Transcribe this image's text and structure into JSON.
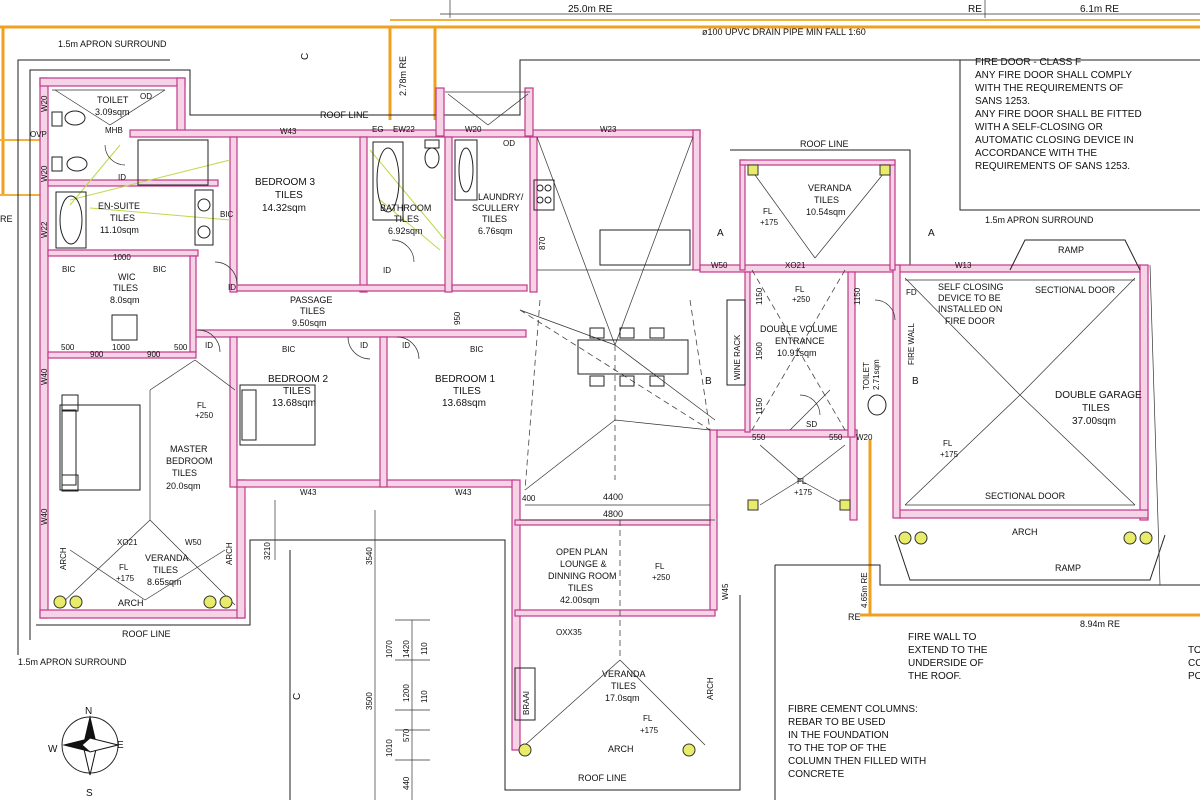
{
  "labels": {
    "dim_top_left": "25.0m RE",
    "dim_top_re": "RE",
    "dim_top_right": "6.1m RE",
    "drain_pipe": "ø100 UPVC DRAIN PIPE MIN FALL 1:60",
    "apron_top": "1.5m APRON SURROUND",
    "apron_right": "1.5m APRON SURROUND",
    "apron_bottom": "1.5m APRON SURROUND",
    "dim_278": "2.78m RE",
    "re_left": "RE",
    "roof_line_top": "ROOF LINE",
    "roof_line_veranda": "ROOF LINE",
    "roof_line_bl": "ROOF LINE",
    "roof_line_bottom": "ROOF LINE",
    "toilet_name": "TOILET",
    "toilet_area": "3.09sqm",
    "od1": "OD",
    "od2": "OD",
    "mhb": "MHB",
    "ovp": "OVP",
    "ensuite_name": "EN-SUITE",
    "ensuite_tiles": "TILES",
    "ensuite_area": "11.10sqm",
    "id": "ID",
    "bedroom3_name": "BEDROOM 3",
    "bedroom3_tiles": "TILES",
    "bedroom3_area": "14.32sqm",
    "bic": "BIC",
    "bathroom_name": "BATHROOM",
    "bathroom_tiles": "TILES",
    "bathroom_area": "6.92sqm",
    "laundry_name": "LAUNDRY/",
    "laundry_name2": "SCULLERY",
    "laundry_tiles": "TILES",
    "laundry_area": "6.76sqm",
    "dim_870": "870",
    "wic_name": "WIC",
    "wic_tiles": "TILES",
    "wic_area": "8.0sqm",
    "dim_1000a": "1000",
    "dim_1000b": "1000",
    "dim_500a": "500",
    "dim_500b": "500",
    "dim_900a": "900",
    "dim_900b": "900",
    "passage_name": "PASSAGE",
    "passage_tiles": "TILES",
    "passage_area": "9.50sqm",
    "dim_950": "950",
    "bedroom2_name": "BEDROOM 2",
    "bedroom2_tiles": "TILES",
    "bedroom2_area": "13.68sqm",
    "bedroom1_name": "BEDROOM 1",
    "bedroom1_tiles": "TILES",
    "bedroom1_area": "13.68sqm",
    "master_name": "MASTER",
    "master_name2": "BEDROOM",
    "master_tiles": "TILES",
    "master_area": "20.0sqm",
    "fl": "FL",
    "fl_250": "+250",
    "fl_175": "+175",
    "veranda_l_name": "VERANDA",
    "veranda_l_tiles": "TILES",
    "veranda_l_area": "8.65sqm",
    "arch": "ARCH",
    "x021": "XO21",
    "w50": "W50",
    "w40": "W40",
    "w20": "W20",
    "w22": "W22",
    "w43": "W43",
    "w23": "W23",
    "w13": "W13",
    "w45": "W45",
    "eg": "EG",
    "ew22": "EW22",
    "dim_3210": "3210",
    "dim_3540": "3540",
    "dim_3500": "3500",
    "dim_1070": "1070",
    "dim_1420": "1420",
    "dim_1200": "1200",
    "dim_570": "570",
    "dim_1010": "1010",
    "dim_110a": "110",
    "dim_110b": "110",
    "dim_440": "440",
    "dim_400": "400",
    "dim_4400": "4400",
    "dim_4800": "4800",
    "lounge_name": "OPEN PLAN",
    "lounge_name2": "LOUNGE &",
    "lounge_name3": "DINNING ROOM",
    "lounge_tiles": "TILES",
    "lounge_area": "42.00sqm",
    "oxx35": "OXX35",
    "braai": "BRAAI",
    "veranda_b_name": "VERANDA",
    "veranda_b_tiles": "TILES",
    "veranda_b_area": "17.0sqm",
    "veranda_t_name": "VERANDA",
    "veranda_t_tiles": "TILES",
    "veranda_t_area": "10.54sqm",
    "entrance_name": "DOUBLE VOLUME",
    "entrance_name2": "ENTRANCE",
    "entrance_area": "10.91sqm",
    "wine_rack": "WINE RACK",
    "dim_1150a": "1150",
    "dim_1500": "1500",
    "dim_1150b": "1150",
    "dim_1150c": "1150",
    "sd": "SD",
    "dim_550a": "550",
    "dim_550b": "550",
    "toilet2_name": "TOILET",
    "toilet2_area": "2.71sqm",
    "fire_wall": "FIRE WALL",
    "fd": "FD",
    "self_closing": "SELF CLOSING",
    "self_closing2": "DEVICE TO BE",
    "self_closing3": "INSTALLED ON",
    "self_closing4": "FIRE DOOR",
    "ramp_top": "RAMP",
    "ramp_bottom": "RAMP",
    "sectional_door_top": "SECTIONAL DOOR",
    "sectional_door_bottom": "SECTIONAL DOOR",
    "garage_name": "DOUBLE GARAGE",
    "garage_tiles": "TILES",
    "garage_area": "37.00sqm",
    "dim_465": "4.65m RE",
    "re_mid": "RE",
    "dim_894": "8.94m RE",
    "section_a1": "A",
    "section_a2": "A",
    "section_b1": "B",
    "section_b2": "B",
    "section_c1": "C",
    "section_c2": "C",
    "compass_n": "N",
    "compass_e": "E",
    "compass_s": "S",
    "compass_w": "W"
  },
  "notes": {
    "fire_door": [
      "FIRE DOOR - CLASS F",
      "ANY FIRE DOOR SHALL COMPLY",
      "WITH THE REQUIREMENTS OF",
      "SANS 1253.",
      "ANY FIRE DOOR SHALL BE FITTED",
      "WITH A SELF-CLOSING OR",
      "AUTOMATIC CLOSING DEVICE IN",
      "ACCORDANCE WITH THE",
      "REQUIREMENTS OF SANS 1253."
    ],
    "fire_wall": [
      "FIRE WALL TO",
      "EXTEND TO THE",
      "UNDERSIDE OF",
      "THE ROOF."
    ],
    "columns": [
      "FIBRE CEMENT COLUMNS:",
      "REBAR TO BE USED",
      "IN THE FOUNDATION",
      "TO THE TOP OF THE",
      "COLUMN THEN FILLED WITH",
      "CONCRETE"
    ],
    "edge_right": [
      "TO",
      "CC",
      "PO"
    ]
  },
  "colors": {
    "wall_fill": "#f6d3e6",
    "wall_stroke": "#c0398a",
    "boundary": "#f0a020",
    "column": "#e8ec6a",
    "drainage": "#bada4a"
  },
  "icons": [
    "compass-icon",
    "toilet-icon",
    "bath-icon",
    "basin-icon",
    "stove-icon",
    "dining-table-icon",
    "bed-icon",
    "column-icon"
  ]
}
